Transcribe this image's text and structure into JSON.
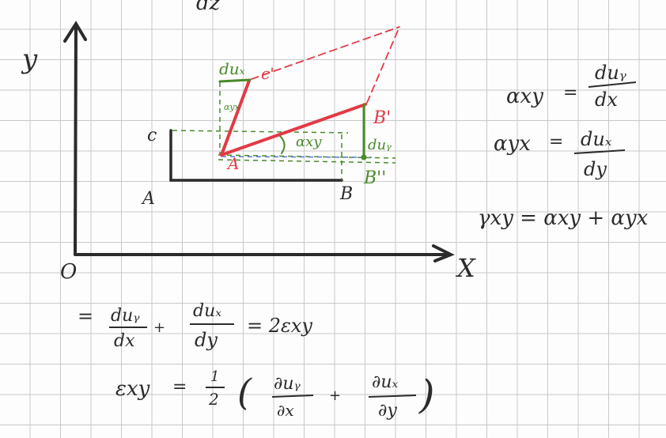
{
  "colors": {
    "grid": "#c9c9c9",
    "ink": "#2b2b2b",
    "red": "#e23a46",
    "green": "#4a8a2a",
    "blue": "#5a78c8"
  },
  "axes": {
    "y_label": "y",
    "x_label": "X",
    "origin_label": "O"
  },
  "top_fragment": "dz",
  "rect_labels": {
    "c": "c",
    "a": "A",
    "b": "B"
  },
  "deformed": {
    "a": "A",
    "b_prime": "B'",
    "b_double_prime": "B''",
    "c_prime": "c'",
    "du_x": "duₓ",
    "du_y": "duᵧ",
    "alpha_xy": "αxy",
    "alpha_yx_small": "αyx"
  },
  "formulas": {
    "alpha_xy": {
      "lhs": "αxy",
      "eq": "=",
      "num": "duᵧ",
      "den": "dx"
    },
    "alpha_yx": {
      "lhs": "αyx",
      "eq": "=",
      "num": "duₓ",
      "den": "dy"
    },
    "gamma_xy": {
      "text": "γxy = αxy + αyx"
    },
    "sum_line": {
      "lead": "=",
      "num1": "duᵧ",
      "den1": "dx",
      "plus": "+",
      "num2": "duₓ",
      "den2": "dy",
      "rhs": "= 2εxy"
    },
    "eps_line": {
      "lhs": "εxy",
      "eq": "=",
      "half_num": "1",
      "half_den": "2",
      "lparen": "(",
      "num1": "∂uᵧ",
      "den1": "∂x",
      "plus": "+",
      "num2": "∂uₓ",
      "den2": "∂y",
      "rparen": ")"
    }
  }
}
